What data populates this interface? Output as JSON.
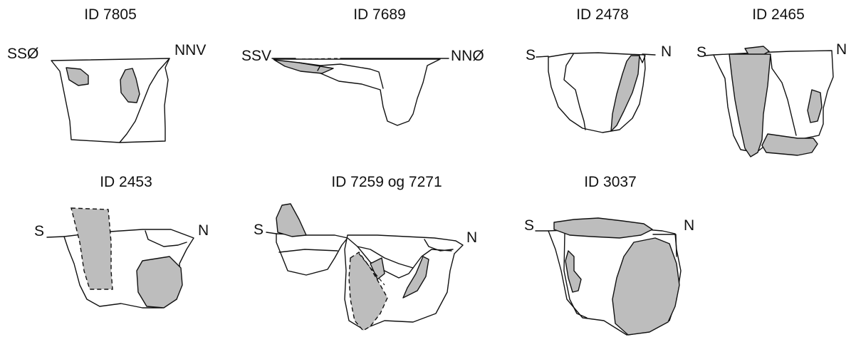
{
  "colors": {
    "fill": "#bdbdbd",
    "line": "#111111",
    "background": "#ffffff"
  },
  "sections": [
    {
      "id": "ID 7805",
      "left": "SSØ",
      "right": "NNV"
    },
    {
      "id": "ID 7689",
      "left": "SSV",
      "right": "NNØ"
    },
    {
      "id": "ID 2478",
      "left": "S",
      "right": "N"
    },
    {
      "id": "ID 2465",
      "left": "S",
      "right": "N"
    },
    {
      "id": "ID 2453",
      "left": "S",
      "right": "N"
    },
    {
      "id": "ID 7259 og 7271",
      "left": "S",
      "right": "N"
    },
    {
      "id": "ID 3037",
      "left": "S",
      "right": "N"
    }
  ]
}
